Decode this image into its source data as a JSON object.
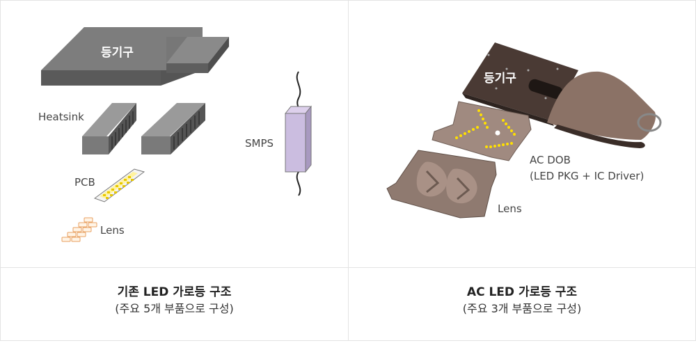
{
  "left": {
    "fixture_label": "등기구",
    "heatsink_label": "Heatsink",
    "pcb_label": "PCB",
    "lens_label": "Lens",
    "smps_label": "SMPS",
    "caption_title": "기존 LED 가로등 구조",
    "caption_sub": "(주요 5개 부품으로 구성)"
  },
  "right": {
    "fixture_label": "등기구",
    "dob_label_line1": "AC DOB",
    "dob_label_line2": "(LED PKG + IC Driver)",
    "lens_label": "Lens",
    "caption_title": "AC LED 가로등 구조",
    "caption_sub": "(주요 3개 부품으로 구성)"
  }
}
